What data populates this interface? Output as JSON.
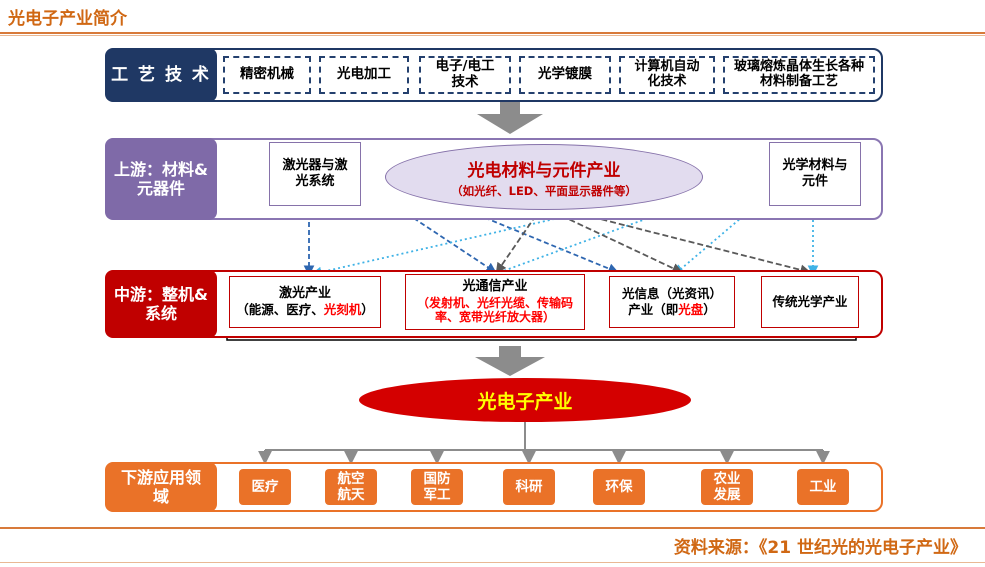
{
  "header": {
    "title": "光电子产业简介"
  },
  "footer": {
    "source": "资料来源：《21 世纪光的光电子产业》"
  },
  "diagram": {
    "craft": {
      "label": "工 艺 技 术",
      "items": [
        "精密机械",
        "光电加工",
        "电子/电工技术",
        "光学镀膜",
        "计算机自动化技术",
        "玻璃熔炼晶体生长各种材料制备工艺"
      ]
    },
    "upstream": {
      "label": "上游：材料&元器件",
      "left": "激光器与激光系统",
      "center_title": "光电材料与元件产业",
      "center_sub": "（如光纤、LED、平面显示器件等）",
      "right": "光学材料与元件"
    },
    "midstream": {
      "label": "中游：整机&系统",
      "laser": {
        "title": "激光产业",
        "sub_prefix": "（能源、医疗、",
        "sub_red": "光刻机",
        "sub_suffix": "）"
      },
      "comm": {
        "title": "光通信产业",
        "sub": "（发射机、光纤光缆、传输码率、宽带光纤放大器）"
      },
      "info": {
        "line1": "光信息（光资讯）",
        "line2_prefix": "产业（即",
        "line2_red": "光盘",
        "line2_suffix": "）"
      },
      "optics": "传统光学产业"
    },
    "core": "光电子产业",
    "downstream": {
      "label": "下游应用领域",
      "items": [
        "医疗",
        "航空航天",
        "国防军工",
        "科研",
        "环保",
        "农业发展",
        "工业"
      ]
    },
    "colors": {
      "craft": "#1f3864",
      "upstream": "#7f6aa8",
      "midstream": "#c00000",
      "downstream": "#ea7228",
      "core": "#d40000",
      "ellipse_fill": "#e2dcef"
    }
  }
}
